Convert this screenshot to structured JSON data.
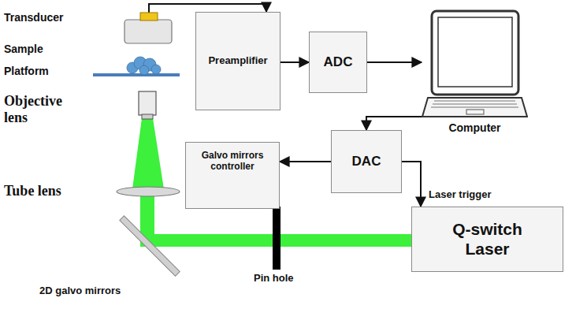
{
  "diagram": {
    "nodes": [
      {
        "text": [
          "Transducer"
        ]
      },
      {
        "text": [
          "Preamplifier"
        ]
      },
      {
        "text": [
          "ADC"
        ]
      },
      {
        "text": [
          "Computer"
        ]
      },
      {
        "text": [
          "DAC"
        ]
      },
      {
        "text": [
          "Galvo mirrors controller"
        ]
      },
      {
        "text": [
          "Q-switch Laser"
        ]
      }
    ],
    "edges": [
      {
        "from": 0,
        "to": 1,
        "arrow": "to"
      },
      {
        "from": 1,
        "to": 2,
        "arrow": "to"
      },
      {
        "from": 2,
        "to": 3,
        "arrow": "to"
      },
      {
        "from": 3,
        "to": 4,
        "arrow": "to"
      },
      {
        "from": 4,
        "to": 5,
        "arrow": "to"
      },
      {
        "from": 4,
        "to": 6,
        "label": "Laser trigger",
        "arrow": "to"
      }
    ],
    "labels": [
      "Sample",
      "Platform",
      "Objective lens",
      "Tube lens",
      "2D galvo mirrors",
      "Pin hole"
    ]
  }
}
